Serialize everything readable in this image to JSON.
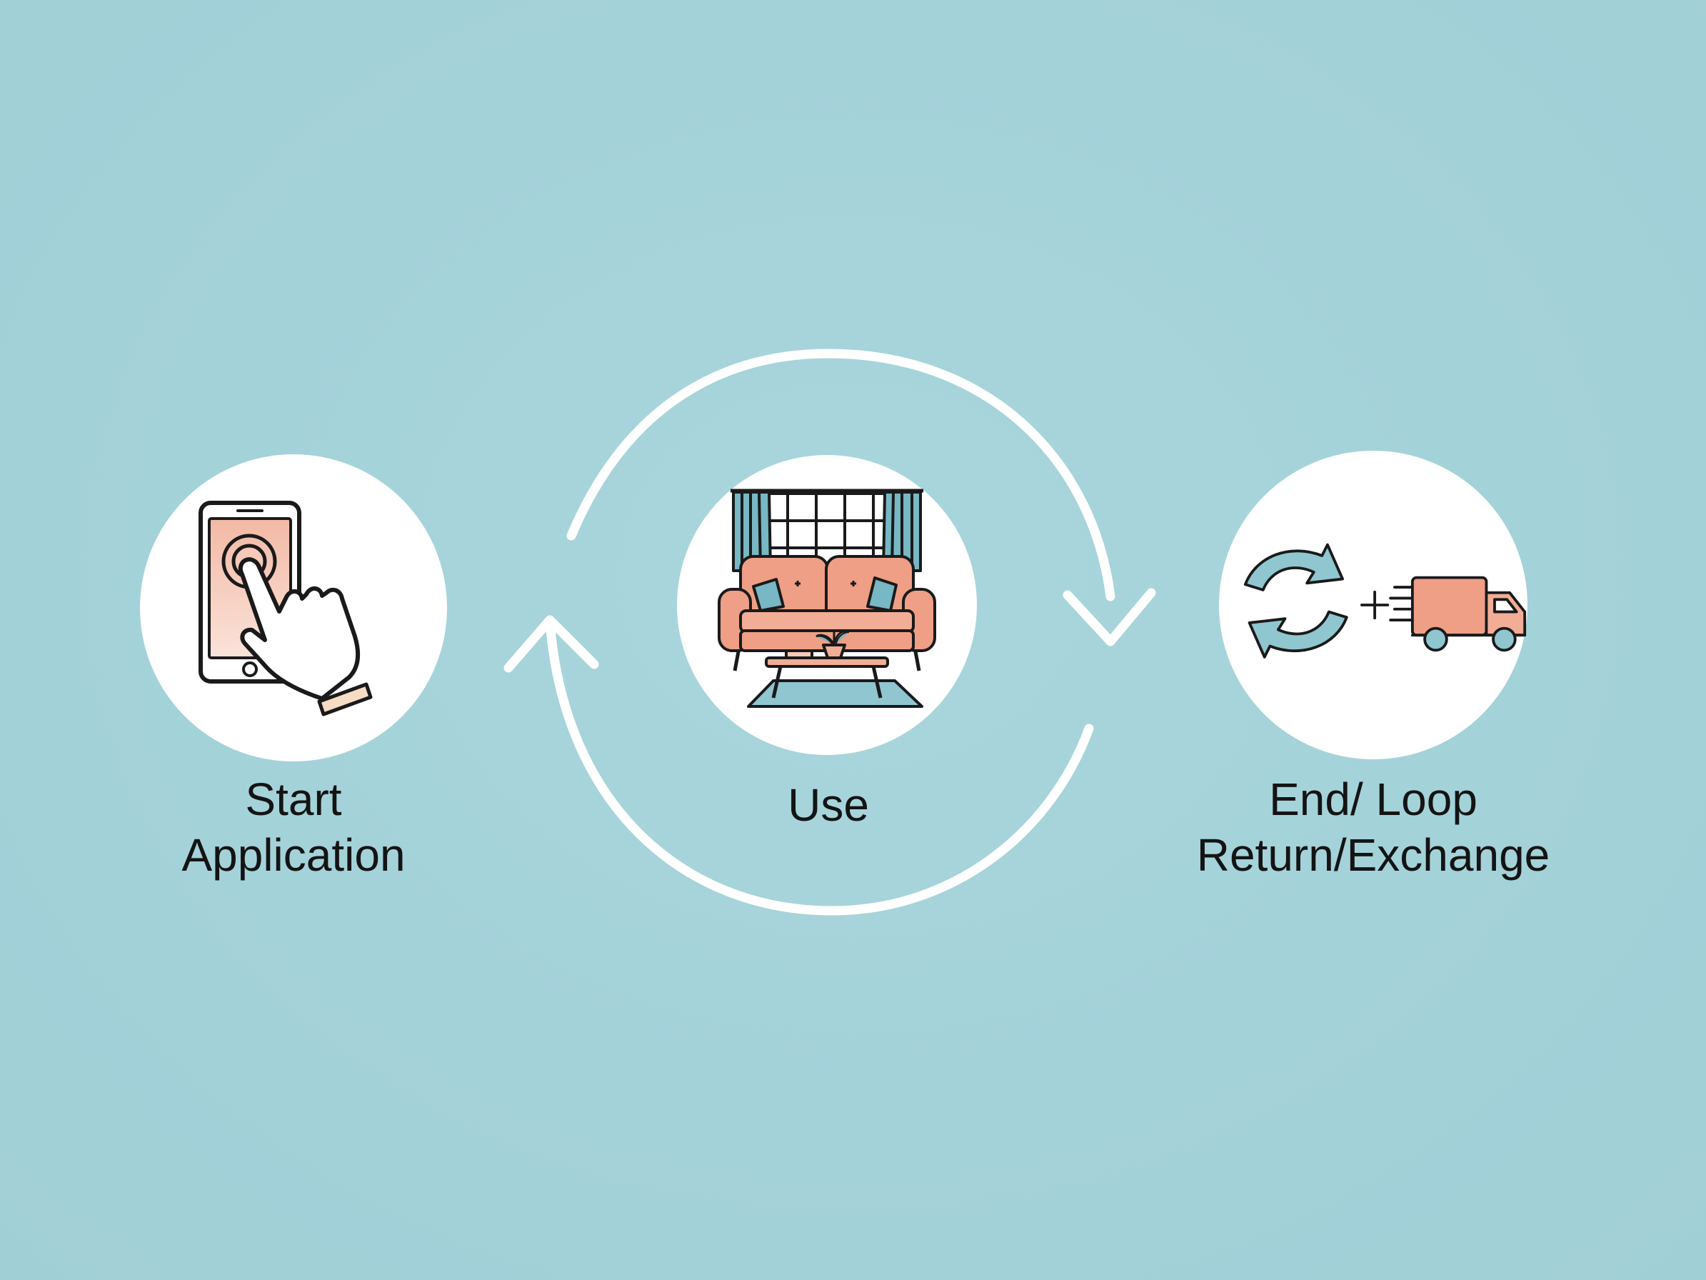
{
  "colors": {
    "background": "#a5d3da",
    "circle_fill": "#ffffff",
    "cycle_arrow": "#ffffff",
    "accent_peach": "#ee9f86",
    "accent_teal": "#78b7c4",
    "ink": "#1a1a1a"
  },
  "steps": [
    {
      "id": "start",
      "icon": "phone-tap-icon",
      "label_lines": [
        "Start",
        "Application"
      ]
    },
    {
      "id": "use",
      "icon": "living-room-sofa-icon",
      "label_lines": [
        "Use"
      ]
    },
    {
      "id": "end",
      "icon": "return-exchange-truck-icon",
      "label_lines": [
        "End/ Loop",
        "Return/Exchange"
      ]
    }
  ],
  "cycle": {
    "icon": "circular-arrows-icon"
  }
}
